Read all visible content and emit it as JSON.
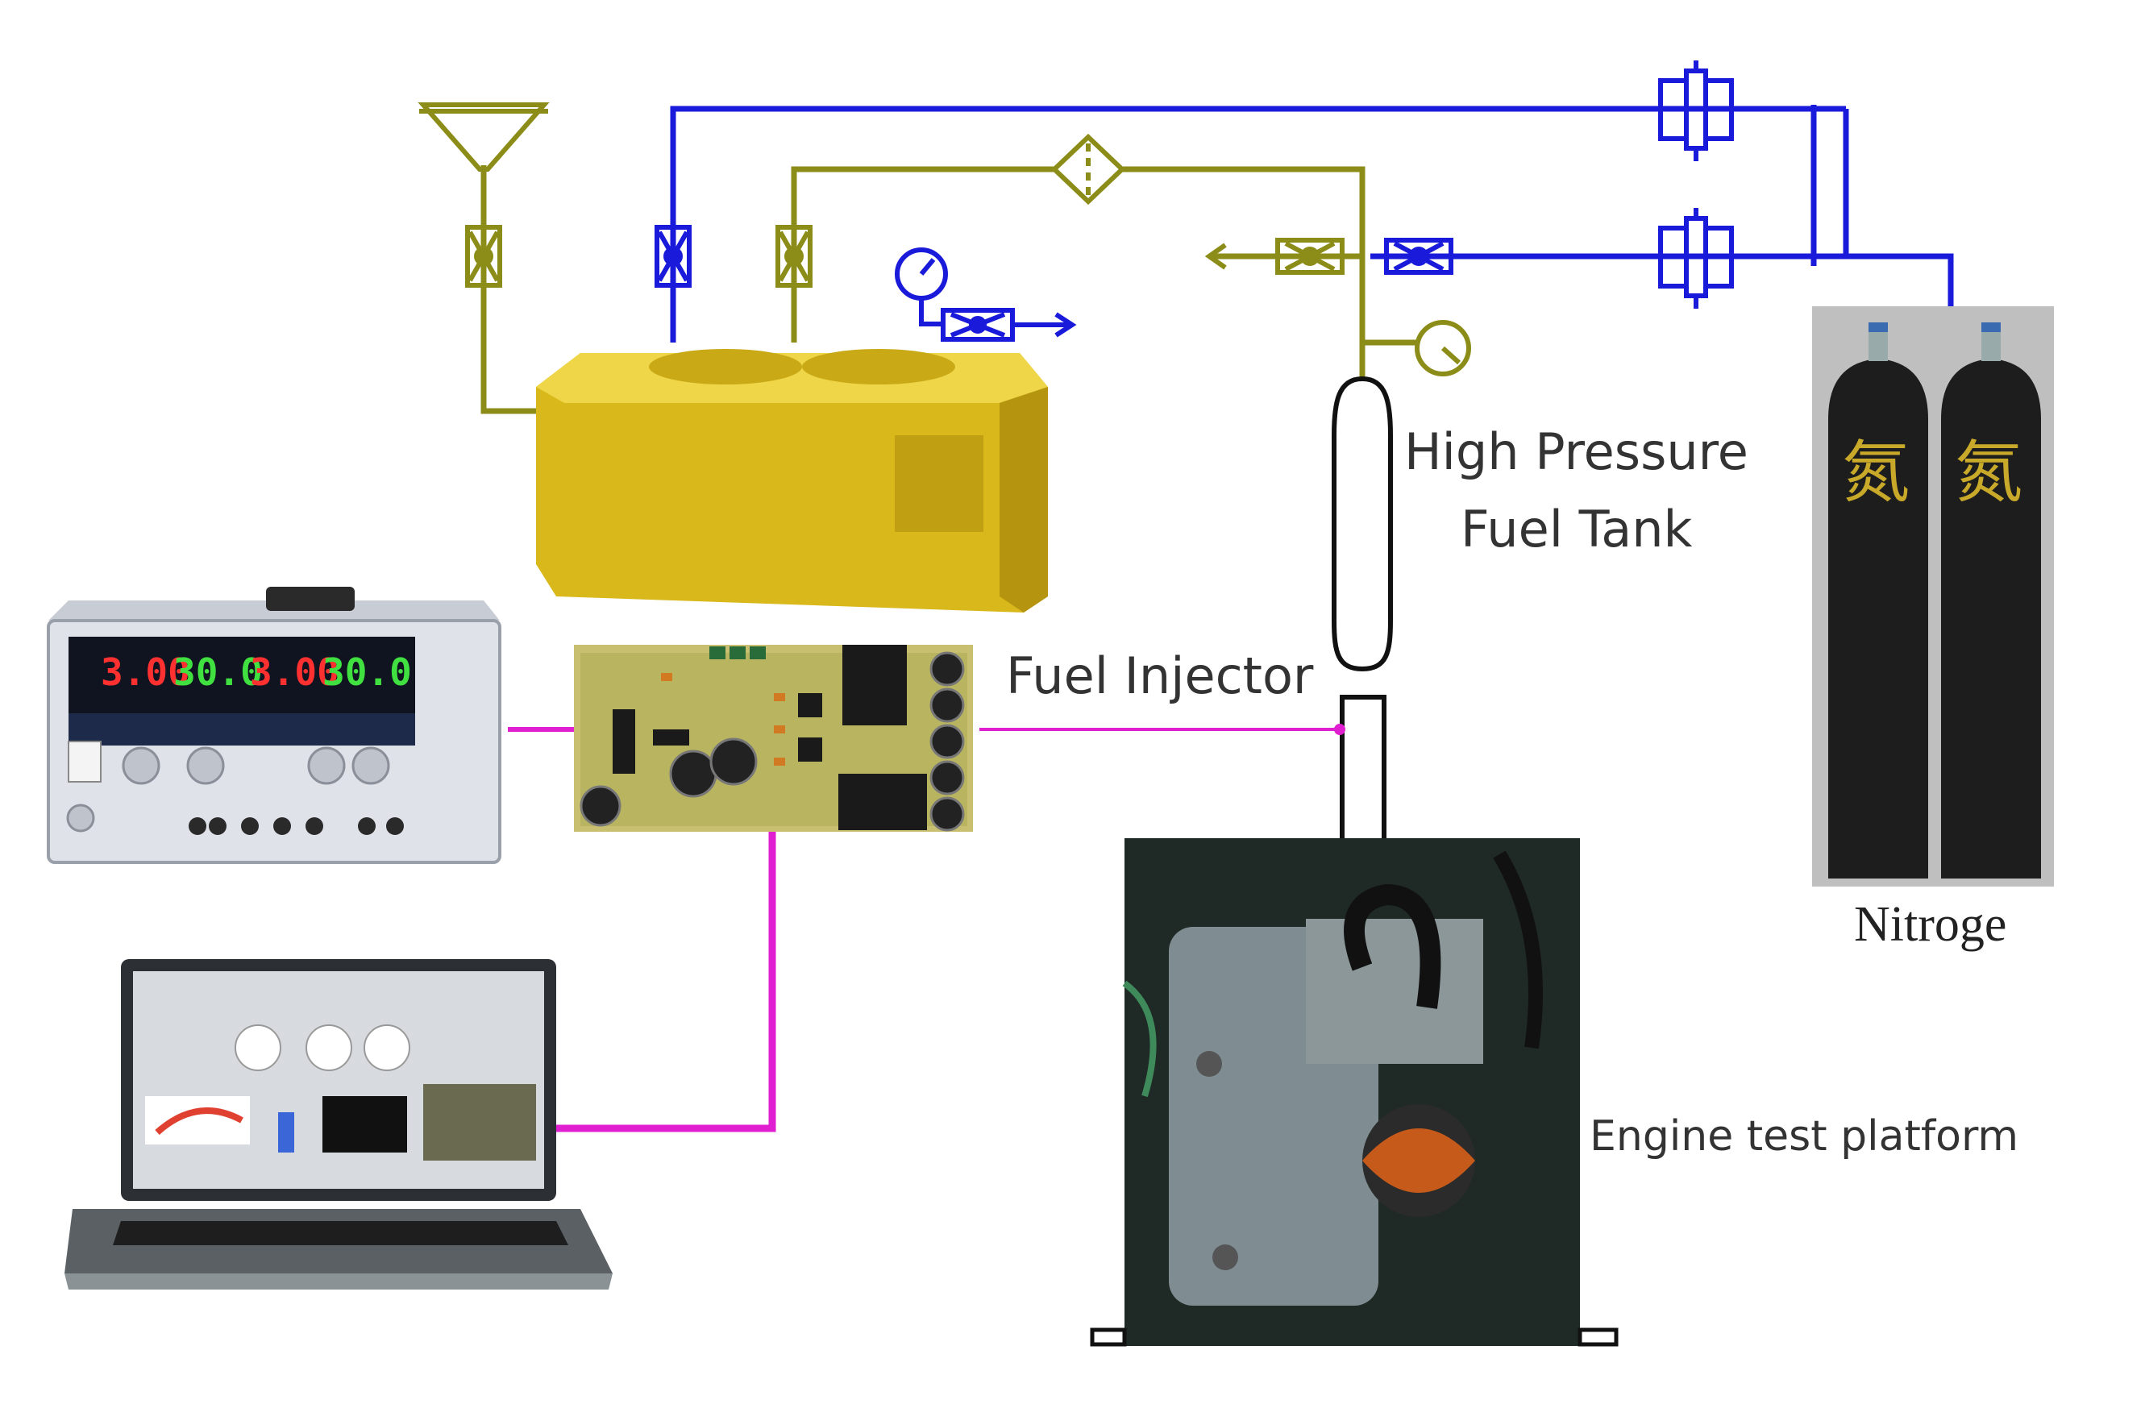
{
  "labels": {
    "high_pressure_line1": "High Pressure",
    "high_pressure_line2": "Fuel Tank",
    "fuel_injector": "Fuel Injector",
    "engine_platform": "Engine test platform",
    "nitrogen": "Nitroge"
  },
  "power_supply": {
    "displays": [
      "3.00",
      "30.0",
      "3.00",
      "30.0"
    ],
    "display_colors": [
      "#ff3030",
      "#40e040",
      "#ff3030",
      "#40e040"
    ]
  },
  "cylinder_glyph": "氮",
  "colors": {
    "nitrogen_line": "#1a1adb",
    "fuel_line": "#8c8c18",
    "signal_line": "#e020d0",
    "tank_yellow": "#e0c020",
    "cylinder": "#1d1d1d"
  }
}
